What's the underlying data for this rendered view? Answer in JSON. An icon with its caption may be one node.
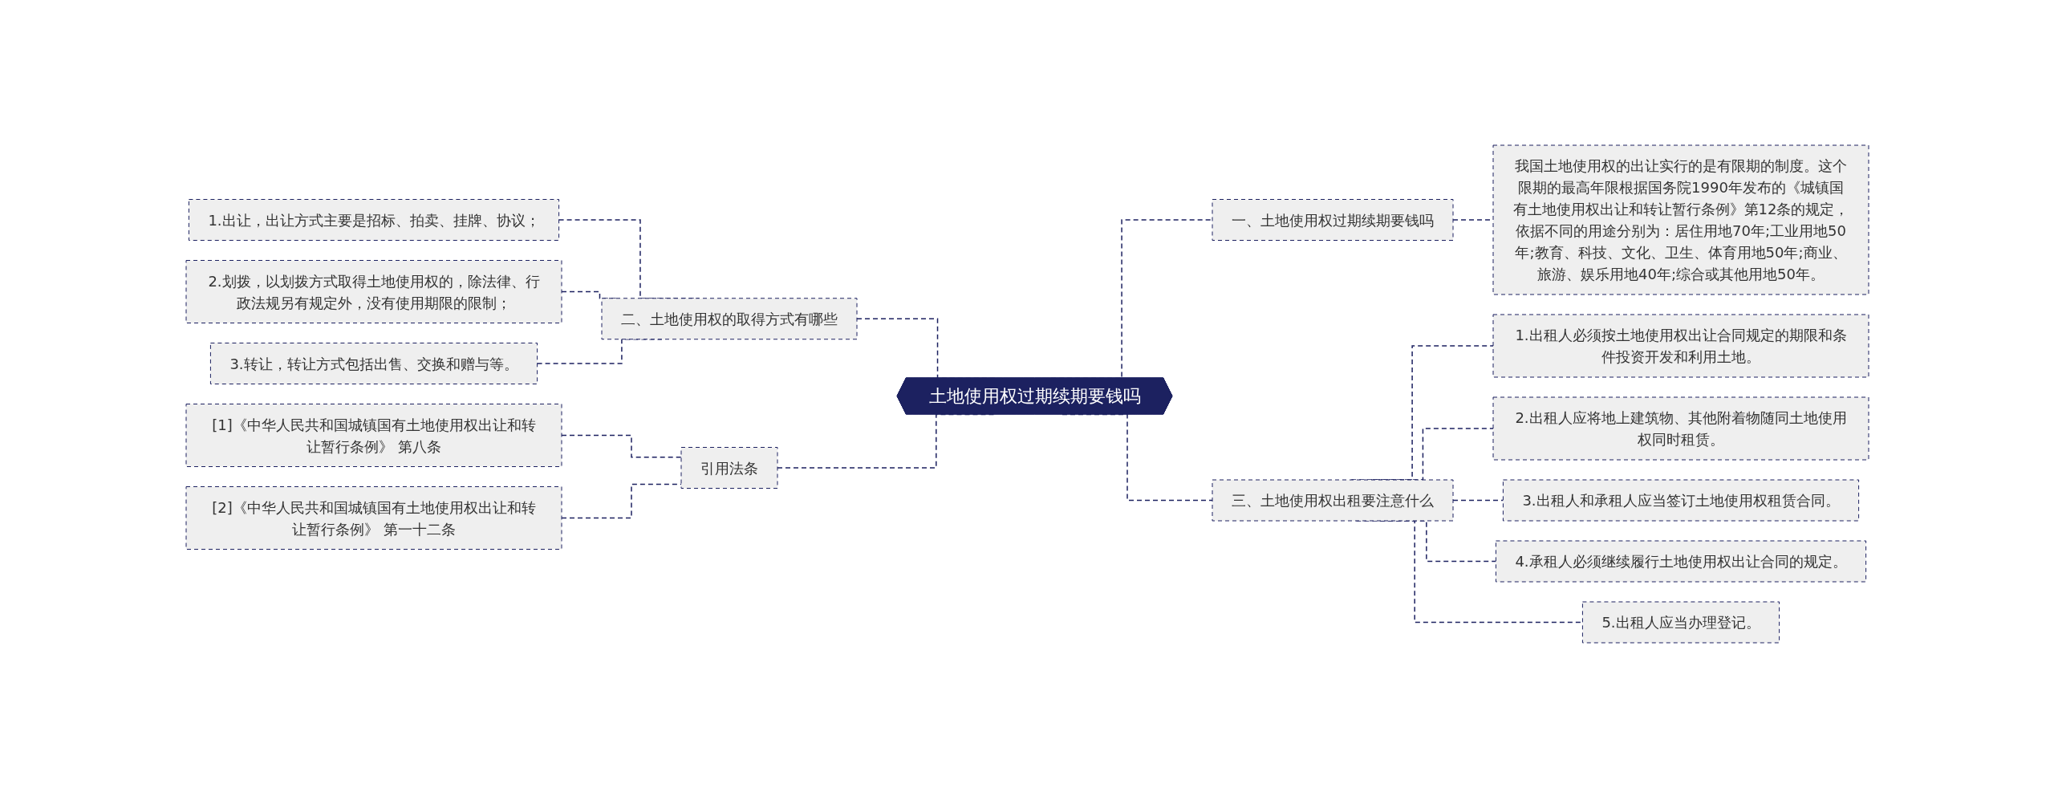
{
  "diagram": {
    "nodes": [
      {
        "text": [
          "土地使用权过期续期要钱吗"
        ]
      },
      {
        "text": [
          "一、土地使用权过期续期要钱吗"
        ]
      },
      {
        "text": [
          "我国土地使用权的出让实行的是有限期的制度。这个限期的最高年限根据国务院1990年发布的《城镇国有土地使用权出让和转让暂行条例》第12条的规定，依据不同的用途分别为：居住用地70年;工业用地50年;教育、科技、文化、卫生、体育用地50年;商业、旅游、娱乐用地40年;综合或其他用地50年。"
        ]
      },
      {
        "text": [
          "三、土地使用权出租要注意什么"
        ]
      },
      {
        "text": [
          "1.出租人必须按土地使用权出让合同规定的期限和条件投资开发和利用土地。"
        ]
      },
      {
        "text": [
          "2.出租人应将地上建筑物、其他附着物随同土地使用权同时租赁。"
        ]
      },
      {
        "text": [
          "3.出租人和承租人应当签订土地使用权租赁合同。"
        ]
      },
      {
        "text": [
          "4.承租人必须继续履行土地使用权出让合同的规定。"
        ]
      },
      {
        "text": [
          "5.出租人应当办理登记。"
        ]
      },
      {
        "text": [
          "二、土地使用权的取得方式有哪些"
        ]
      },
      {
        "text": [
          "1.出让，出让方式主要是招标、拍卖、挂牌、协议；"
        ]
      },
      {
        "text": [
          "2.划拨，以划拨方式取得土地使用权的，除法律、行政法规另有规定外，没有使用期限的限制；"
        ]
      },
      {
        "text": [
          "3.转让，转让方式包括出售、交换和赠与等。"
        ]
      },
      {
        "text": [
          "引用法条"
        ]
      },
      {
        "text": [
          "[1]《中华人民共和国城镇国有土地使用权出让和转让暂行条例》 第八条"
        ]
      },
      {
        "text": [
          "[2]《中华人民共和国城镇国有土地使用权出让和转让暂行条例》 第一十二条"
        ]
      }
    ],
    "edges": [
      {
        "from": 0,
        "to": 1,
        "arrow": "none",
        "style": "dashed"
      },
      {
        "from": 1,
        "to": 2,
        "arrow": "none",
        "style": "dashed"
      },
      {
        "from": 0,
        "to": 3,
        "arrow": "none",
        "style": "dashed"
      },
      {
        "from": 3,
        "to": 4,
        "arrow": "none",
        "style": "dashed"
      },
      {
        "from": 3,
        "to": 5,
        "arrow": "none",
        "style": "dashed"
      },
      {
        "from": 3,
        "to": 6,
        "arrow": "none",
        "style": "dashed"
      },
      {
        "from": 3,
        "to": 7,
        "arrow": "none",
        "style": "dashed"
      },
      {
        "from": 3,
        "to": 8,
        "arrow": "none",
        "style": "dashed"
      },
      {
        "from": 9,
        "to": 0,
        "arrow": "none",
        "style": "dashed"
      },
      {
        "from": 10,
        "to": 9,
        "arrow": "none",
        "style": "dashed"
      },
      {
        "from": 11,
        "to": 9,
        "arrow": "none",
        "style": "dashed"
      },
      {
        "from": 12,
        "to": 9,
        "arrow": "none",
        "style": "dashed"
      },
      {
        "from": 13,
        "to": 0,
        "arrow": "none",
        "style": "dashed"
      },
      {
        "from": 14,
        "to": 13,
        "arrow": "none",
        "style": "dashed"
      },
      {
        "from": 15,
        "to": 13,
        "arrow": "none",
        "style": "dashed"
      }
    ]
  }
}
